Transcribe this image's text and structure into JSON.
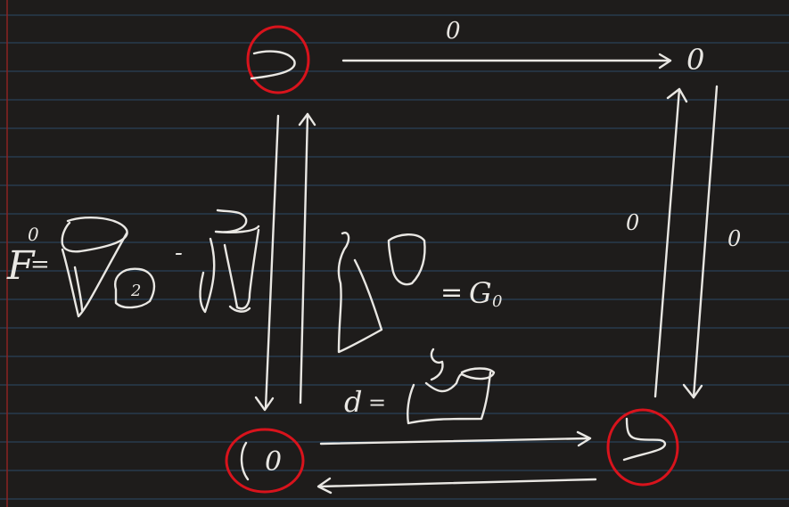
{
  "board": {
    "background": "#1e1c1b",
    "rule_color": "#2c4a67",
    "margin_color": "#8a2323",
    "ink_color": "#e9e7e3",
    "highlight_color": "#d8131c"
  },
  "labels": {
    "top_arrow": "0",
    "top_right_node": "0",
    "right_inner": "0",
    "right_outer": "0",
    "bottom_left_node": "0",
    "F_symbol": "F",
    "F_superscript": "0",
    "F_equals": "=",
    "minus": "-",
    "boxed_index": "2",
    "equals_G": "=",
    "G_symbol": "G",
    "G_subscript": "0",
    "d_symbol": "d",
    "d_equals": "="
  }
}
